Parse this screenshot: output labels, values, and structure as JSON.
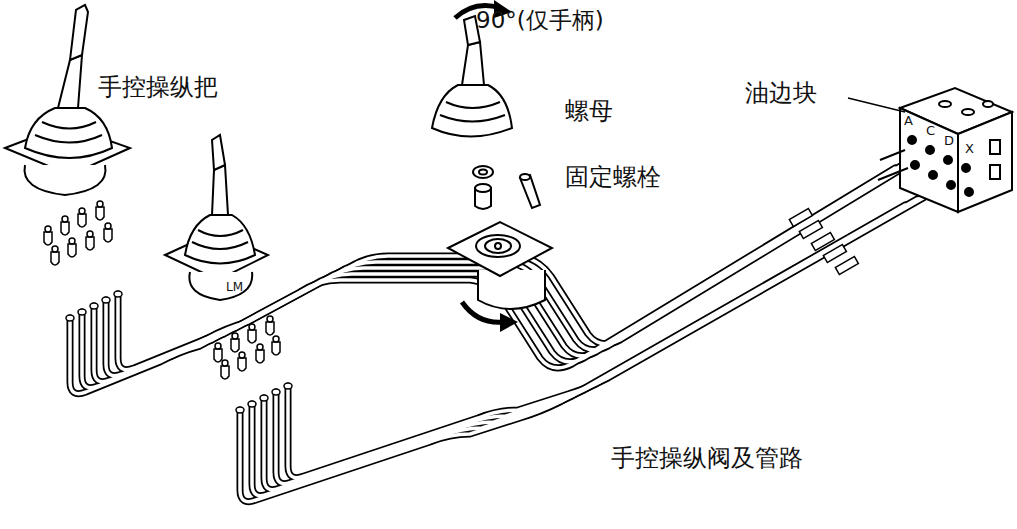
{
  "diagram": {
    "labels": [
      "90°(仅手柄)",
      "手控操纵把",
      "螺母",
      "固定螺栓",
      "油边块",
      "A",
      "C",
      "D",
      "X",
      "LM",
      "手控操纵阀及管路"
    ]
  }
}
